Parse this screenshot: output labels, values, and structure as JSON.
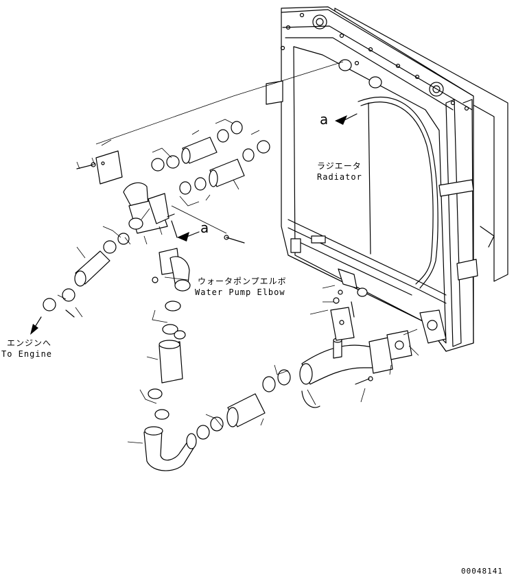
{
  "labels": {
    "radiator_jp": "ラジエータ",
    "radiator_en": "Radiator",
    "elbow_jp": "ウォータポンプエルボ",
    "elbow_en": "Water Pump Elbow",
    "engine_jp": "エンジンへ",
    "engine_en": "To Engine",
    "ref_a_top": "a",
    "ref_a_mid": "a",
    "drawing_no": "00048141"
  }
}
